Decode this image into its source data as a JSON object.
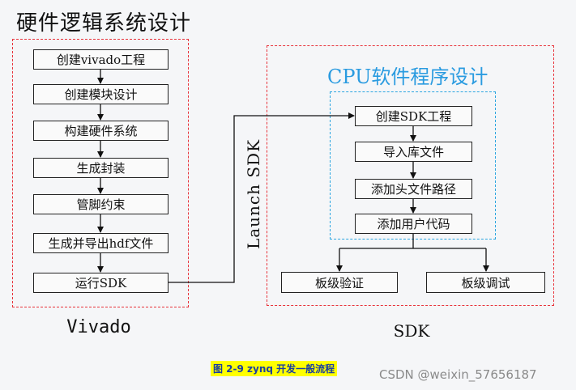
{
  "title": "硬件逻辑系统设计",
  "vivado_steps": [
    "创建vivado工程",
    "创建模块设计",
    "构建硬件系统",
    "生成封装",
    "管脚约束",
    "生成并导出hdf文件",
    "运行SDK"
  ],
  "launch_label": "Launch SDK",
  "cpu_title": "CPU软件程序设计",
  "sdk_steps": [
    "创建SDK工程",
    "导入库文件",
    "添加头文件路径",
    "添加用户代码"
  ],
  "sdk_outputs": [
    "板级验证",
    "板级调试"
  ],
  "vivado_label": "Vivado",
  "sdk_label": "SDK",
  "caption": "图 2-9  zynq 开发一般流程",
  "watermark": "CSDN @weixin_57656187",
  "colors": {
    "red_dash": "#e8323a",
    "blue_dash": "#2aa5e0",
    "cpu_title": "#2a9be0",
    "caption_bg": "#ffff00"
  }
}
